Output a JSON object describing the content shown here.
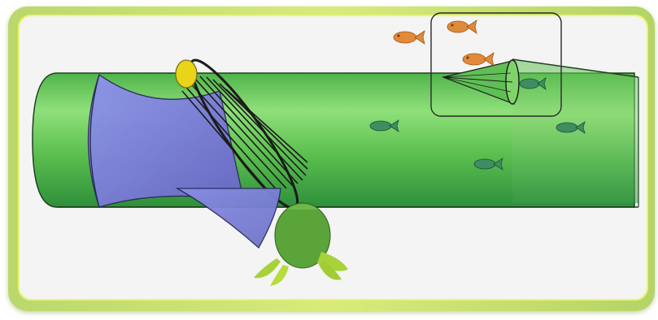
{
  "diagram": {
    "description_visible_text": "",
    "colors": {
      "frame_outer": "#c7e070",
      "panel": "#f4f4f4",
      "net_body_light": "#7fd86a",
      "net_body_dark": "#3f9e3c",
      "trawl_mouth": "#7a7fe0",
      "ted_grid": "#2f2f2f",
      "float": "#e6d21a",
      "escape_flap": "#7b80d8",
      "turtle": "#5aa83c",
      "fish_inside": "#3f8f66",
      "fish_outside": "#e08a3a"
    },
    "icons": [
      "shrimp-trawl-net",
      "turtle-excluder-device-grid",
      "sea-turtle",
      "fish",
      "float-buoy",
      "codend-cone"
    ]
  }
}
